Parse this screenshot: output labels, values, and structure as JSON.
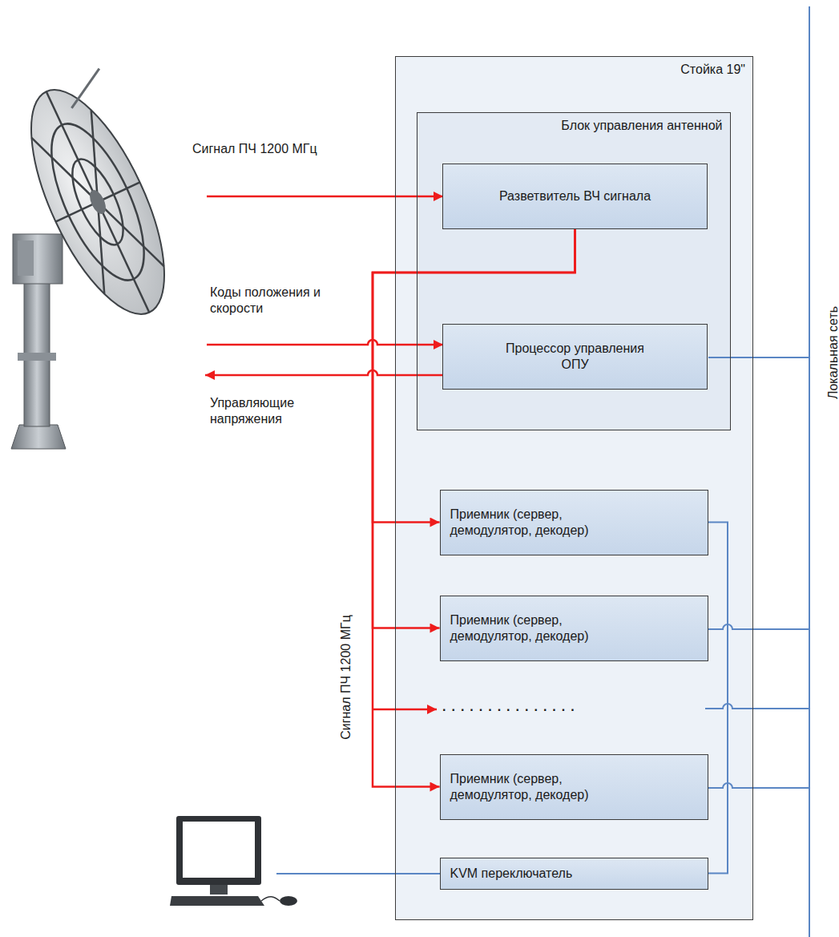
{
  "diagram": {
    "nodes": [
      {
        "text": [
          "Стойка 19\""
        ]
      },
      {
        "text": [
          "Блок управления антенной"
        ],
        "in": 0
      },
      {
        "text": [
          "Разветвитель ВЧ сигнала"
        ],
        "in": 1
      },
      {
        "text": [
          "Процессор управления ОПУ"
        ],
        "in": 1
      },
      {
        "text": [
          "Приемник (сервер, демодулятор, декодер)"
        ],
        "in": 0
      },
      {
        "text": [
          "Приемник (сервер, демодулятор, декодер)"
        ],
        "in": 0
      },
      {
        "text": [
          "Приемник (сервер, демодулятор, декодер)"
        ],
        "in": 0
      },
      {
        "text": [
          "KVM переключатель"
        ],
        "in": 0
      }
    ],
    "edges": [
      {
        "from": 2,
        "to": 4,
        "arrow": "to"
      },
      {
        "from": 2,
        "to": 5,
        "arrow": "to"
      },
      {
        "from": 2,
        "to": 6,
        "arrow": "to"
      },
      {
        "from": 4,
        "to": 7,
        "arrow": "none"
      }
    ],
    "labels": [
      "Сигнал ПЧ 1200 МГц",
      "Коды положения и скорости",
      "Управляющие напряжения",
      "Сигнал ПЧ 1200 МГц",
      "...............",
      "Локальная сеть"
    ]
  }
}
